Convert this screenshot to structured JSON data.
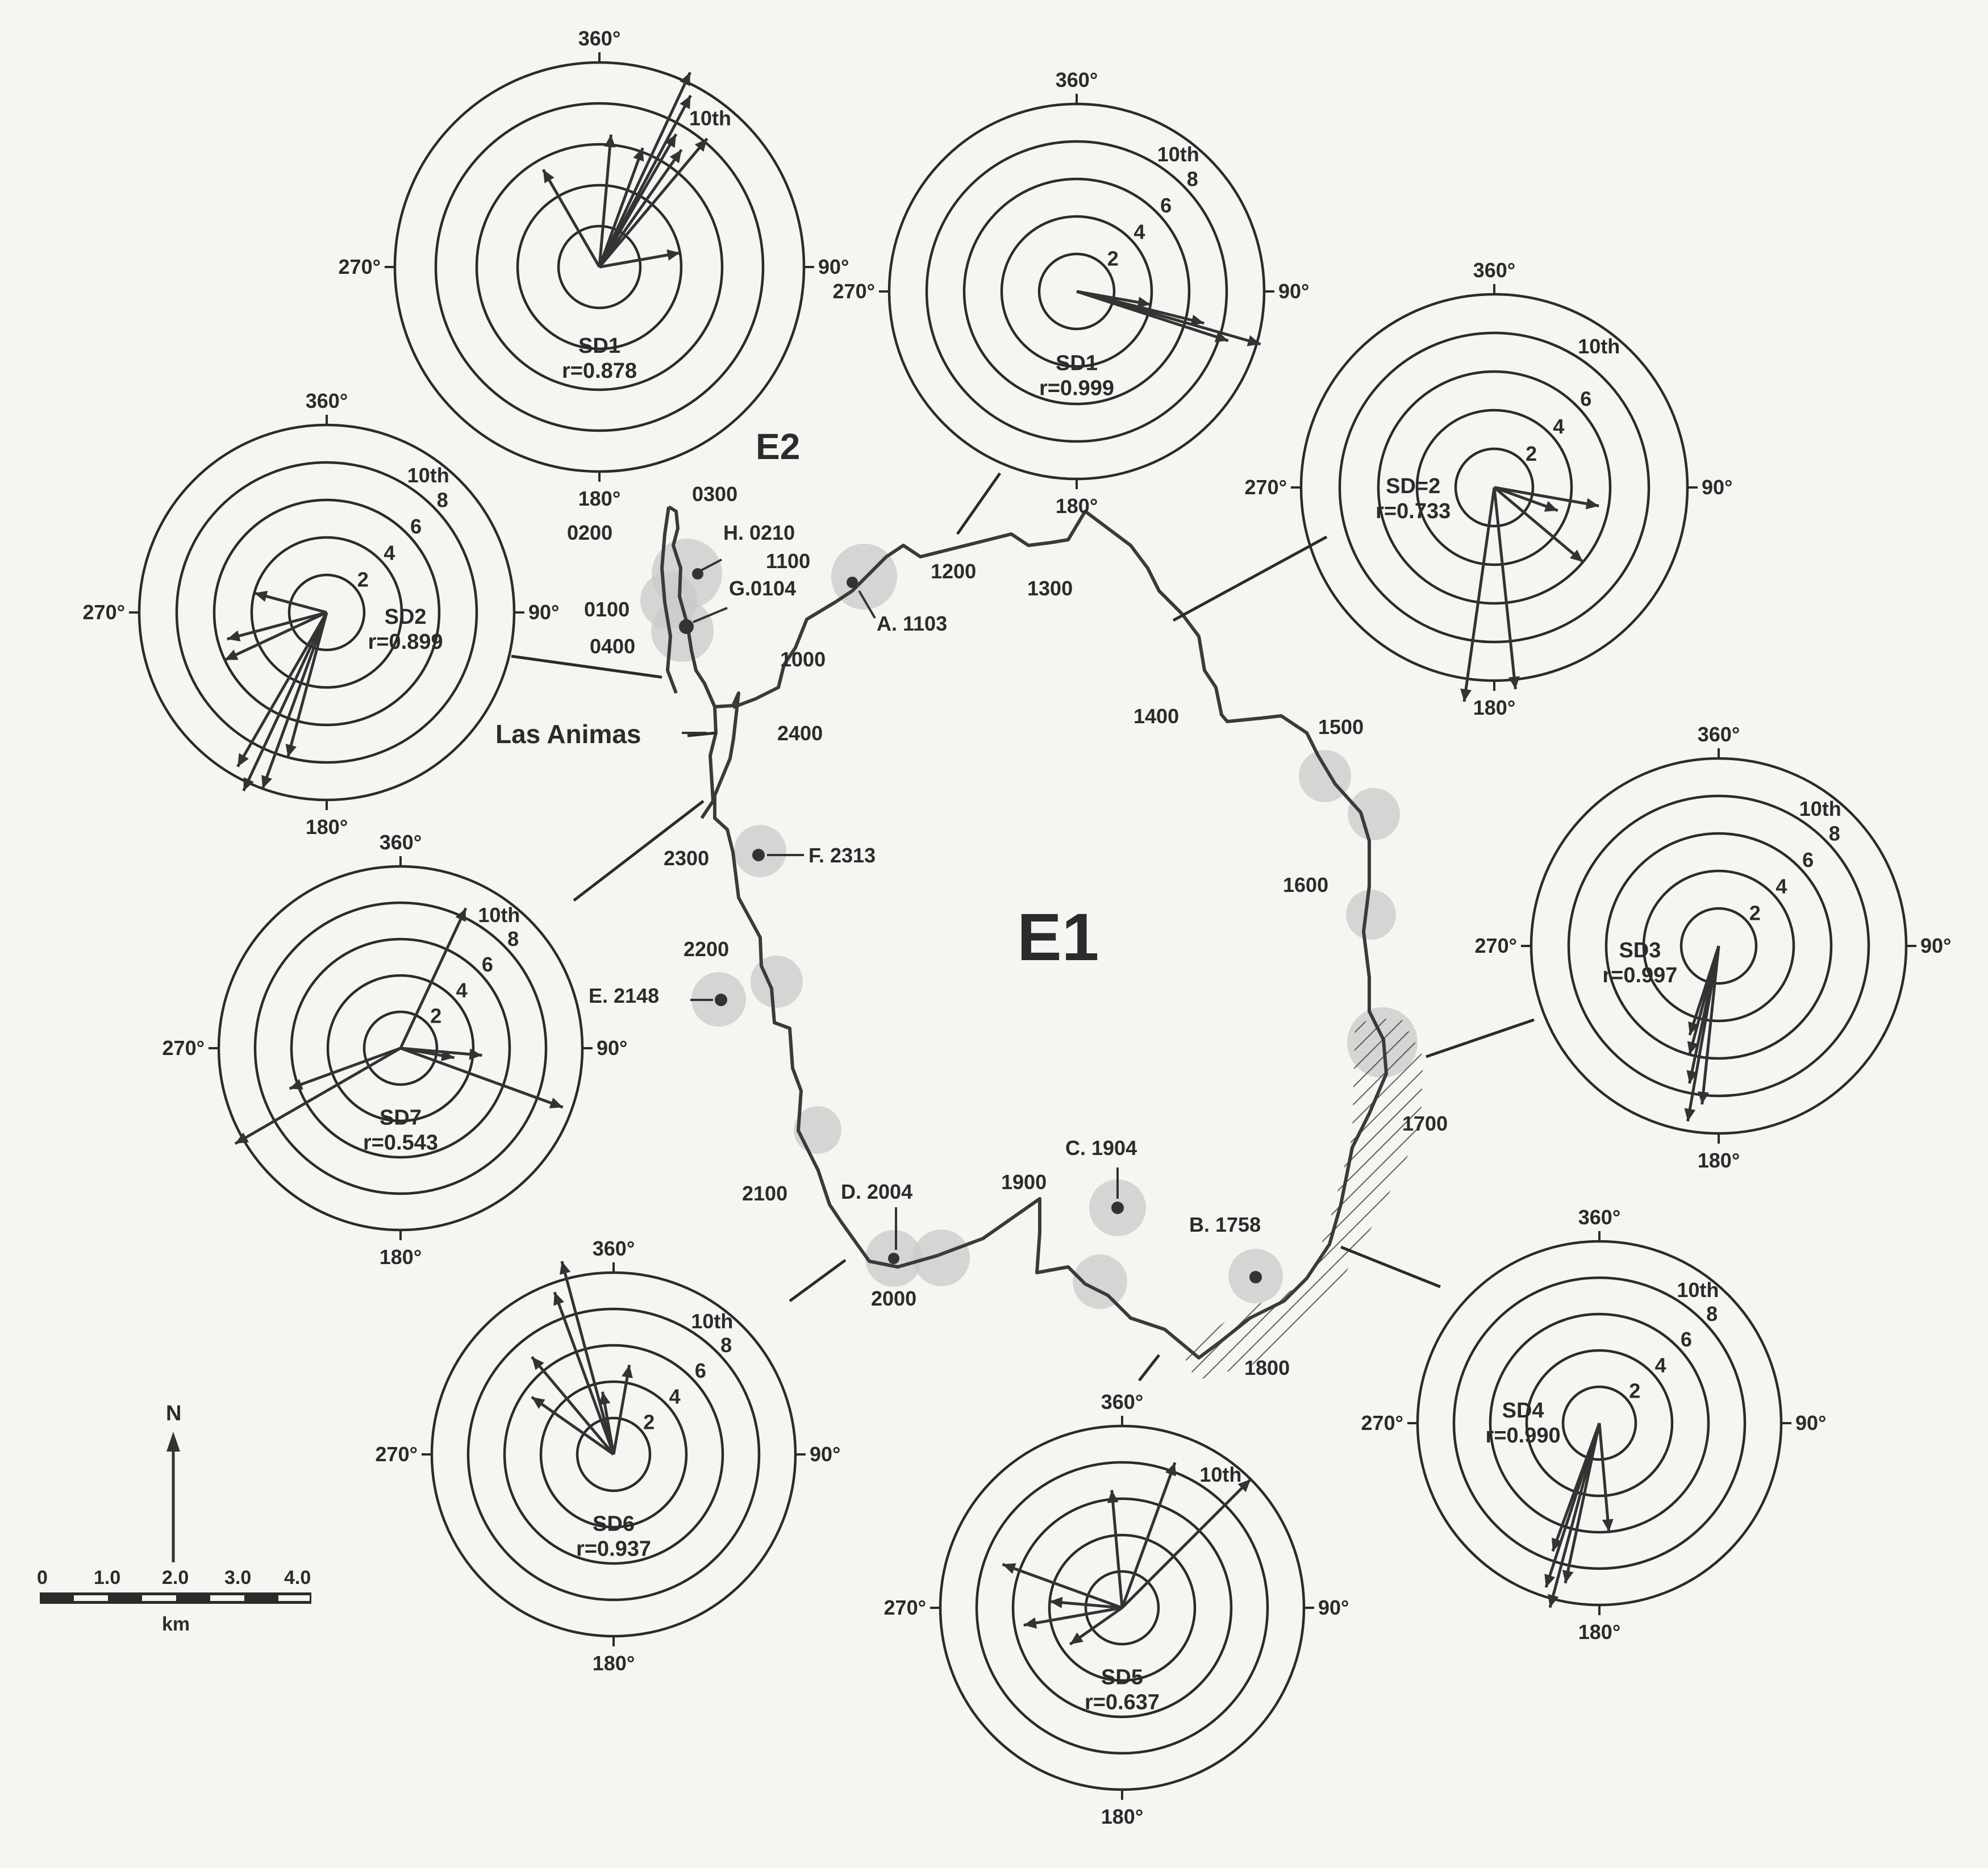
{
  "center_label": "E1",
  "e2_label": "E2",
  "place_label": "Las Animas",
  "north": "N",
  "scale": {
    "ticks": [
      "0",
      "1.0",
      "2.0",
      "3.0",
      "4.0"
    ],
    "unit": "km"
  },
  "hour_labels": [
    "0300",
    "0200",
    "0100",
    "0400",
    "1100",
    "1000",
    "1200",
    "1300",
    "1400",
    "1500",
    "1600",
    "1700",
    "1800",
    "1900",
    "2000",
    "2100",
    "2200",
    "2300",
    "2400"
  ],
  "event_labels": [
    "H. 0210",
    "G.0104",
    "A. 1103",
    "F. 2313",
    "E. 2148",
    "D. 2004",
    "C. 1904",
    "B. 1758"
  ],
  "roses": [
    {
      "name": "SD1",
      "r": "r=0.878",
      "n": "360°",
      "e": "90°",
      "s": "180°",
      "w": "270°",
      "tenth": "10th",
      "rings": [],
      "vectors": [
        [
          20,
          0.62
        ],
        [
          25,
          1.05
        ],
        [
          28,
          0.95
        ],
        [
          30,
          0.75
        ],
        [
          35,
          0.7
        ],
        [
          40,
          0.82
        ],
        [
          330,
          0.55
        ],
        [
          80,
          0.4
        ],
        [
          5,
          0.65
        ]
      ]
    },
    {
      "name": "SD1",
      "r": "r=0.999",
      "n": "360°",
      "e": "90°",
      "s": "180°",
      "w": "270°",
      "tenth": "10th",
      "rings": [
        "2",
        "4",
        "6",
        "8"
      ],
      "vectors": [
        [
          106,
          1.02
        ],
        [
          104,
          0.7
        ],
        [
          100,
          0.4
        ],
        [
          108,
          0.85
        ]
      ]
    },
    {
      "name": "SD=2",
      "r": "r=0.733",
      "n": "360°",
      "e": "90°",
      "s": "180°",
      "w": "270°",
      "tenth": "10th",
      "rings": [
        "2",
        "4",
        "6"
      ],
      "vectors": [
        [
          188,
          1.12
        ],
        [
          174,
          1.05
        ],
        [
          130,
          0.6
        ],
        [
          100,
          0.55
        ],
        [
          110,
          0.35
        ]
      ]
    },
    {
      "name": "SD2",
      "r": "r=0.899",
      "n": "360°",
      "e": "90°",
      "s": "180°",
      "w": "270°",
      "tenth": "10th",
      "rings": [
        "2",
        "4",
        "6",
        "8"
      ],
      "vectors": [
        [
          200,
          1.0
        ],
        [
          205,
          1.05
        ],
        [
          210,
          0.95
        ],
        [
          245,
          0.6
        ],
        [
          255,
          0.55
        ],
        [
          285,
          0.4
        ],
        [
          195,
          0.8
        ]
      ]
    },
    {
      "name": "SD3",
      "r": "r=0.997",
      "n": "360°",
      "e": "90°",
      "s": "180°",
      "w": "270°",
      "tenth": "10th",
      "rings": [
        "2",
        "4",
        "6",
        "8"
      ],
      "vectors": [
        [
          190,
          0.95
        ],
        [
          192,
          0.75
        ],
        [
          195,
          0.6
        ],
        [
          198,
          0.5
        ],
        [
          186,
          0.85
        ]
      ]
    },
    {
      "name": "SD7",
      "r": "r=0.543",
      "n": "360°",
      "e": "90°",
      "s": "180°",
      "w": "270°",
      "tenth": "10th",
      "rings": [
        "2",
        "4",
        "6",
        "8"
      ],
      "vectors": [
        [
          25,
          0.85
        ],
        [
          110,
          0.95
        ],
        [
          240,
          1.05
        ],
        [
          250,
          0.65
        ],
        [
          95,
          0.45
        ],
        [
          100,
          0.3
        ]
      ]
    },
    {
      "name": "SD4",
      "r": "r=0.990",
      "n": "360°",
      "e": "90°",
      "s": "180°",
      "w": "270°",
      "tenth": "10th",
      "rings": [
        "2",
        "4",
        "6",
        "8"
      ],
      "vectors": [
        [
          195,
          1.05
        ],
        [
          198,
          0.95
        ],
        [
          192,
          0.9
        ],
        [
          200,
          0.75
        ],
        [
          175,
          0.6
        ]
      ]
    },
    {
      "name": "SD6",
      "r": "r=0.937",
      "n": "360°",
      "e": "90°",
      "s": "180°",
      "w": "270°",
      "tenth": "10th",
      "rings": [
        "2",
        "4",
        "6",
        "8"
      ],
      "vectors": [
        [
          345,
          1.1
        ],
        [
          340,
          0.95
        ],
        [
          320,
          0.7
        ],
        [
          305,
          0.55
        ],
        [
          10,
          0.5
        ],
        [
          350,
          0.35
        ]
      ]
    },
    {
      "name": "SD5",
      "r": "r=0.637",
      "n": "360°",
      "e": "90°",
      "s": "180°",
      "w": "270°",
      "tenth": "10th",
      "rings": [],
      "vectors": [
        [
          45,
          1.0
        ],
        [
          20,
          0.85
        ],
        [
          355,
          0.65
        ],
        [
          290,
          0.7
        ],
        [
          260,
          0.55
        ],
        [
          275,
          0.4
        ],
        [
          235,
          0.35
        ]
      ]
    }
  ]
}
